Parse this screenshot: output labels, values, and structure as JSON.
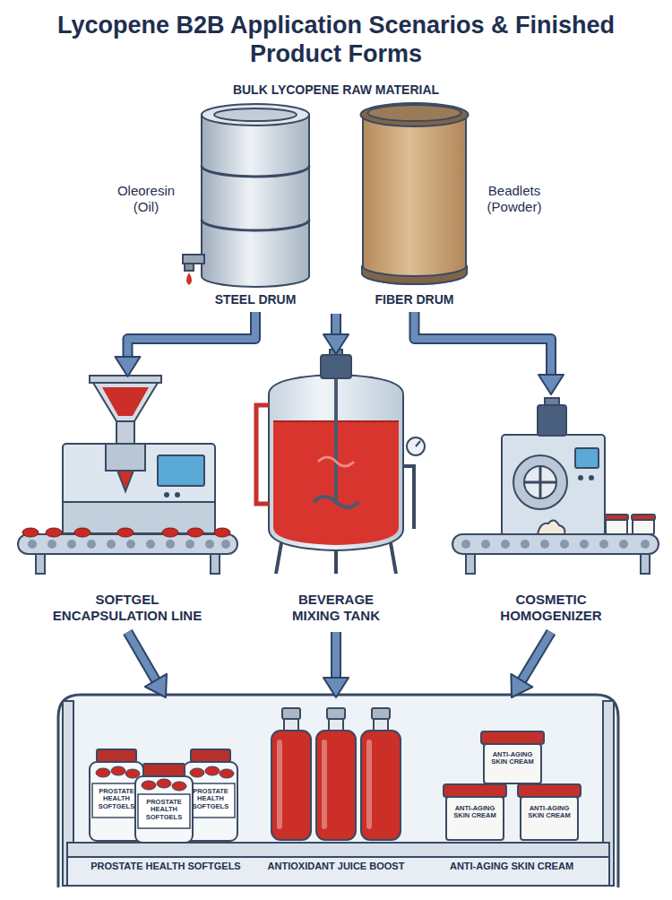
{
  "diagram": {
    "title": "Lycopene B2B Application Scenarios & Finished Product Forms",
    "nodes": [
      {
        "text": [
          "BULK LYCOPENE RAW MATERIAL"
        ]
      },
      {
        "text": [
          "Oleoresin (Oil)",
          "STEEL DRUM"
        ],
        "in": 0
      },
      {
        "text": [
          "Beadlets (Powder)",
          "FIBER DRUM"
        ],
        "in": 0
      },
      {
        "text": [
          "SOFTGEL ENCAPSULATION LINE"
        ]
      },
      {
        "text": [
          "BEVERAGE MIXING TANK"
        ]
      },
      {
        "text": [
          "COSMETIC HOMOGENIZER"
        ]
      },
      {
        "text": [
          "PROSTATE HEALTH SOFTGELS"
        ]
      },
      {
        "text": [
          "ANTIOXIDANT JUICE BOOST"
        ]
      },
      {
        "text": [
          "ANTI-AGING SKIN CREAM"
        ]
      }
    ],
    "edges": [
      {
        "from": 1,
        "to": 3,
        "arrow": "to"
      },
      {
        "from": 0,
        "to": 4,
        "arrow": "to"
      },
      {
        "from": 2,
        "to": 5,
        "arrow": "to"
      },
      {
        "from": 3,
        "to": 6,
        "arrow": "to"
      },
      {
        "from": 4,
        "to": 7,
        "arrow": "to"
      },
      {
        "from": 5,
        "to": 8,
        "arrow": "to"
      }
    ],
    "labels": [
      "PROSTATE HEALTH SOFTGELS",
      "PROSTATE HEALTH SOFTGELS",
      "PROSTATE HEALTH SOFTGELS",
      "ANTI-AGING SKIN CREAM",
      "ANTI-AGING SKIN CREAM",
      "ANTI-AGING SKIN CREAM"
    ]
  }
}
